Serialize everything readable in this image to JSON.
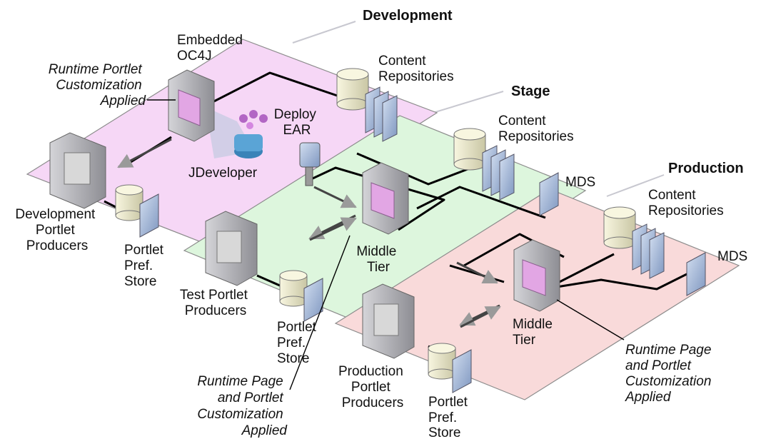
{
  "colors": {
    "development_plane": "#f6d7f6",
    "stage_plane": "#ddf6dd",
    "production_plane": "#f9dada",
    "server": "#b8b8bc",
    "database": "#eeecd0",
    "store": "#9ab0d2"
  },
  "development": {
    "title": "Development",
    "embedded": [
      "Embedded",
      "OC4J"
    ],
    "content_repositories": [
      "Content",
      "Repositories"
    ],
    "runtime_note": [
      "Runtime Portlet",
      "Customization",
      "Applied"
    ],
    "deploy": [
      "Deploy",
      "EAR"
    ],
    "jdeveloper": "JDeveloper",
    "producers": [
      "Development",
      "Portlet",
      "Producers"
    ],
    "pref_store": [
      "Portlet",
      "Pref.",
      "Store"
    ]
  },
  "stage": {
    "title": "Stage",
    "content_repositories": [
      "Content",
      "Repositories"
    ],
    "mds": "MDS",
    "middle_tier": [
      "Middle",
      "Tier"
    ],
    "producers": [
      "Test Portlet",
      "Producers"
    ],
    "pref_store": [
      "Portlet",
      "Pref.",
      "Store"
    ],
    "runtime_note": [
      "Runtime Page",
      "and Portlet",
      "Customization",
      "Applied"
    ]
  },
  "production": {
    "title": "Production",
    "content_repositories": [
      "Content",
      "Repositories"
    ],
    "mds": "MDS",
    "middle_tier": [
      "Middle",
      "Tier"
    ],
    "producers": [
      "Production",
      "Portlet",
      "Producers"
    ],
    "pref_store": [
      "Portlet",
      "Pref.",
      "Store"
    ],
    "runtime_note": [
      "Runtime Page",
      "and Portlet",
      "Customization",
      "Applied"
    ]
  }
}
